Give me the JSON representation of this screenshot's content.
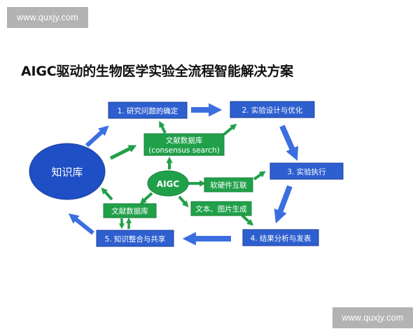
{
  "watermark": {
    "text": "www.quxjy.com"
  },
  "title": "AIGC驱动的生物医学实验全流程智能解决方案",
  "nodes": {
    "knowledge_base": "知识库",
    "aigc": "AIGC",
    "step1": "1. 研究问题的确定",
    "step2": "2. 实验设计与优化",
    "step3": "3. 实验执行",
    "step4": "4. 结果分析与发表",
    "step5": "5. 知识整合与共享",
    "literature_db_top": {
      "line1": "文献数据库",
      "line2": "(consensus search)"
    },
    "literature_db_bottom": "文献数据库",
    "hardware_software": "软硬件互联",
    "text_image_gen": "文本、图片生成"
  },
  "colors": {
    "blue_box": "#2e5fcf",
    "green_box": "#21a04a",
    "ellipse": "#1f4fc4",
    "box_border": "#1b3f99",
    "blue_arrow": "#3b6ee0",
    "green_arrow": "#21a04a"
  }
}
